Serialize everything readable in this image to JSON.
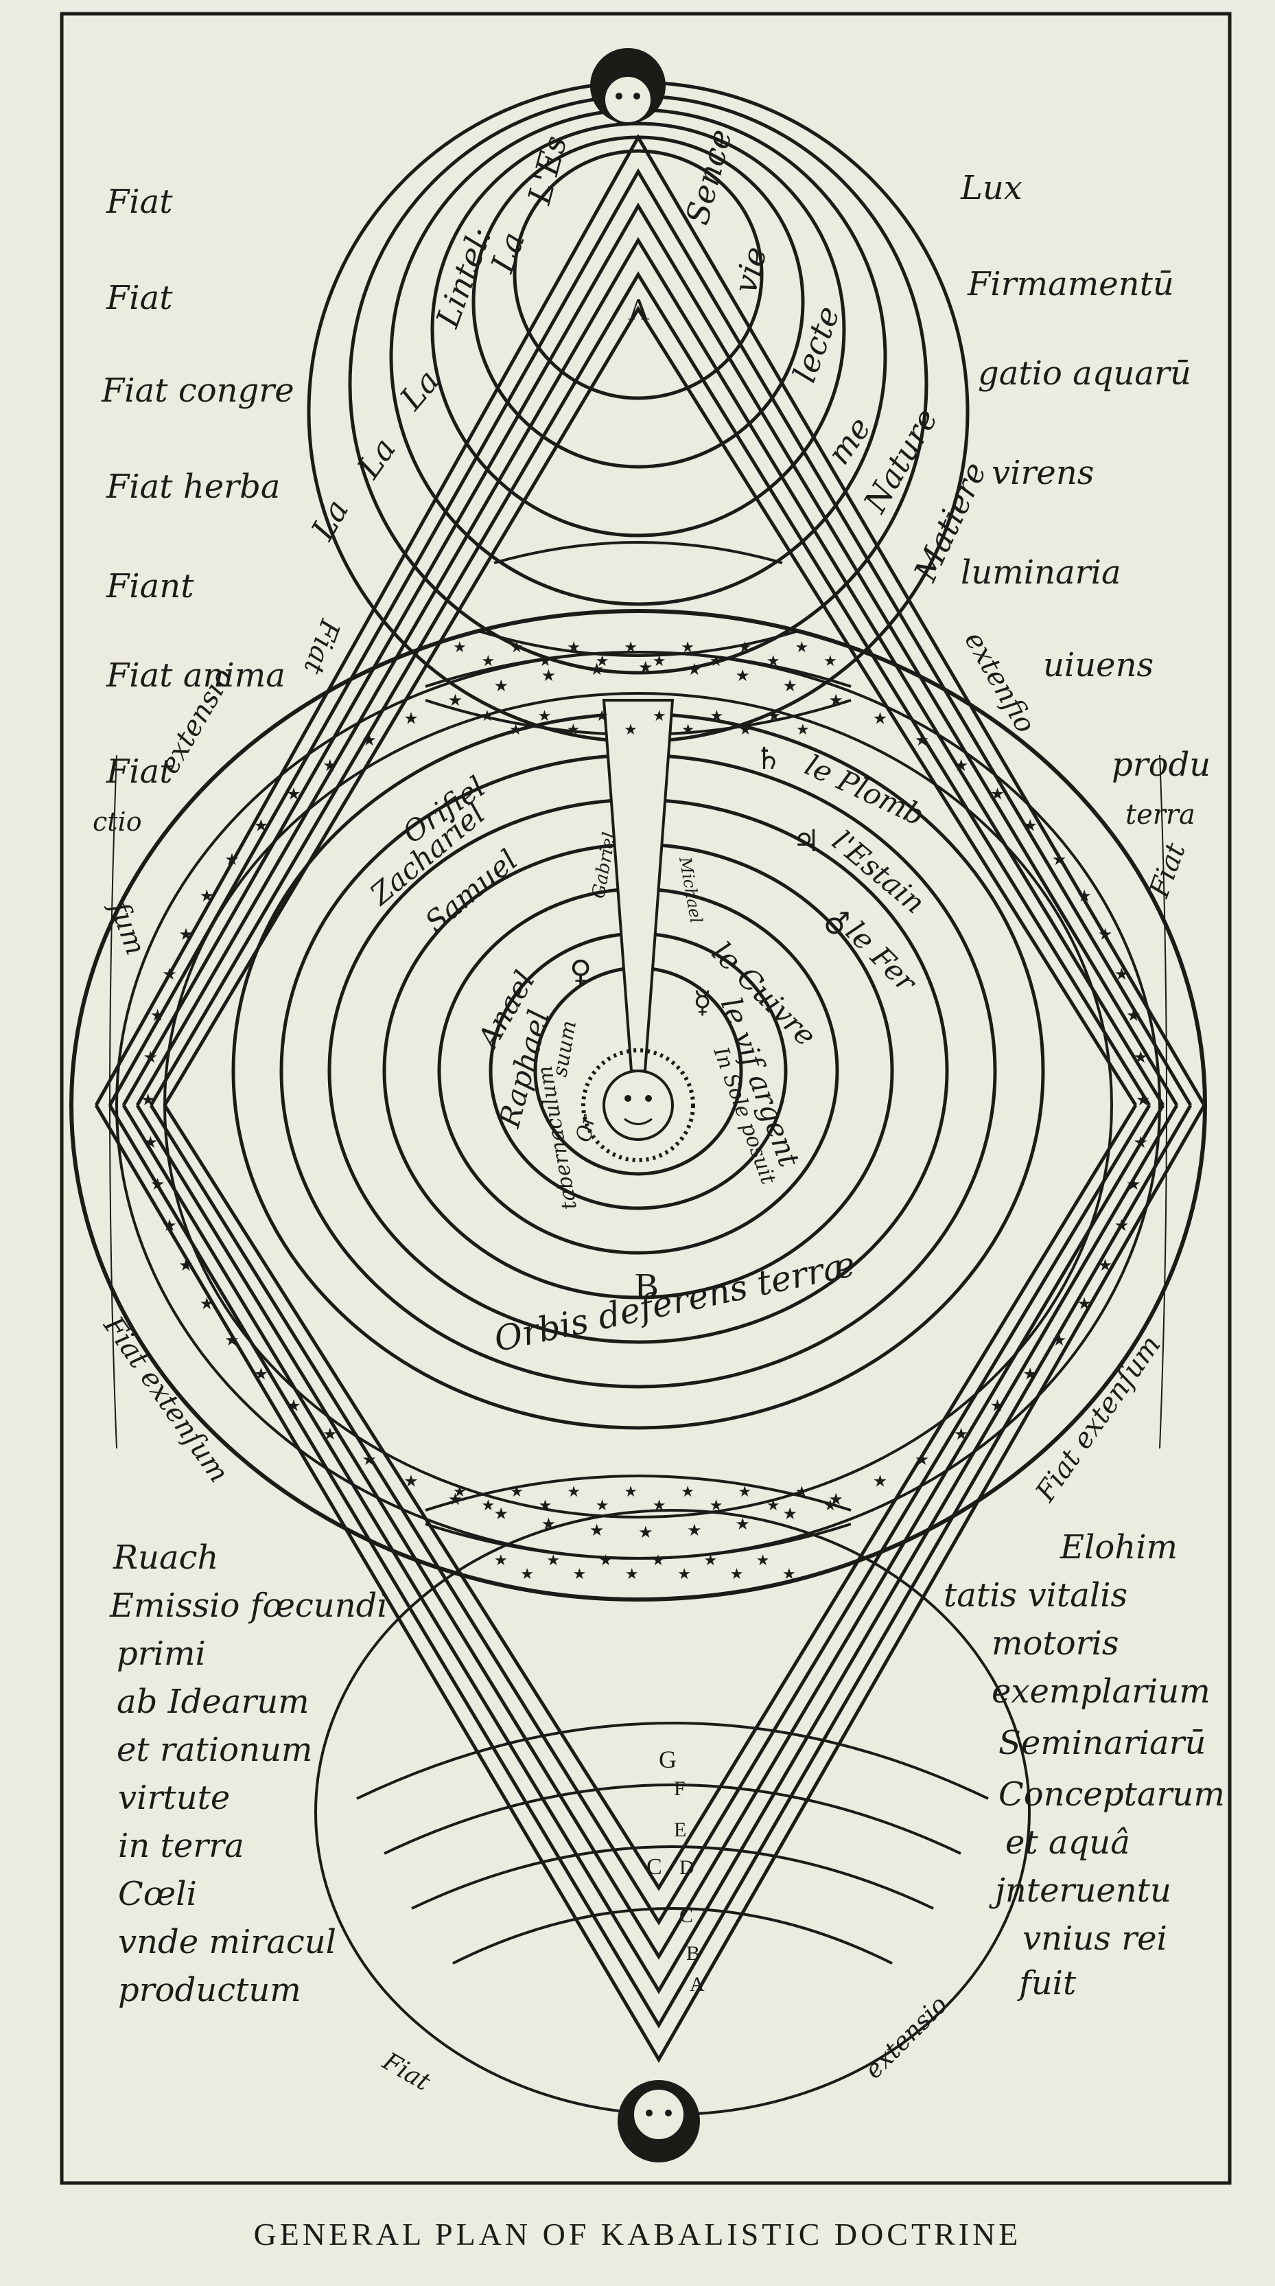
{
  "caption": "GENERAL PLAN OF KABALISTIC DOCTRINE",
  "left_column_top": [
    "Fiat",
    "Fiat",
    "Fiat congre",
    "Fiat herba",
    "Fiant",
    "Fiat anima",
    "Fiat",
    "ctio"
  ],
  "right_column_top": [
    "Lux",
    "Firmamentū",
    "gatio aquarū",
    "virens",
    "luminaria",
    "uiuens",
    "produ",
    "terra"
  ],
  "left_column_bottom": [
    "Ruach",
    "Emissio fœcundi",
    "primi",
    "ab Idearum",
    "et rationum",
    "virtute",
    "in terra",
    "Cœli",
    "vnde miracul",
    "productum"
  ],
  "right_column_bottom": [
    "Elohim",
    "tatis vitalis",
    "motoris",
    "exemplarium",
    "Seminariarū",
    "Conceptarum",
    "et aquâ",
    "jnteruentu",
    "vnius rei",
    "fuit"
  ],
  "upper_arc_words": {
    "left": [
      "La",
      "La",
      "La",
      "Lintel:",
      "La",
      "L'Es"
    ],
    "right": [
      "Sence",
      "vie",
      "lecte",
      "me",
      "Nature",
      "Matiere"
    ]
  },
  "side_arc_words": {
    "left_top": [
      "Fiat",
      "extensio",
      "fum"
    ],
    "right_top": [
      "Fiat",
      "extenfio"
    ],
    "left_bottom": "Fiat extenſum",
    "right_bottom": "Fiat extenſum"
  },
  "angels": [
    "Orifiel",
    "Zachariel",
    "Samuel",
    "Anael",
    "Raphael",
    "Gabriel",
    "Michael"
  ],
  "metals": [
    "le Plomb",
    "l'Estain",
    "le Fer",
    "le Cuivre",
    "le vif argent"
  ],
  "planet_symbols": [
    "♄",
    "♃",
    "♂",
    "♀",
    "☿"
  ],
  "sun_labels": [
    "In Sole posuit",
    "tabernaculum",
    "suum",
    "Or"
  ],
  "orbis_label": "Orbis deferens terræ",
  "letters": {
    "upper_apex": "A",
    "center": "B"
  },
  "lower_letters": [
    "G",
    "F",
    "E",
    "D",
    "C",
    "C",
    "B",
    "A"
  ],
  "bottom_words": [
    "Fiat",
    "extensio"
  ]
}
